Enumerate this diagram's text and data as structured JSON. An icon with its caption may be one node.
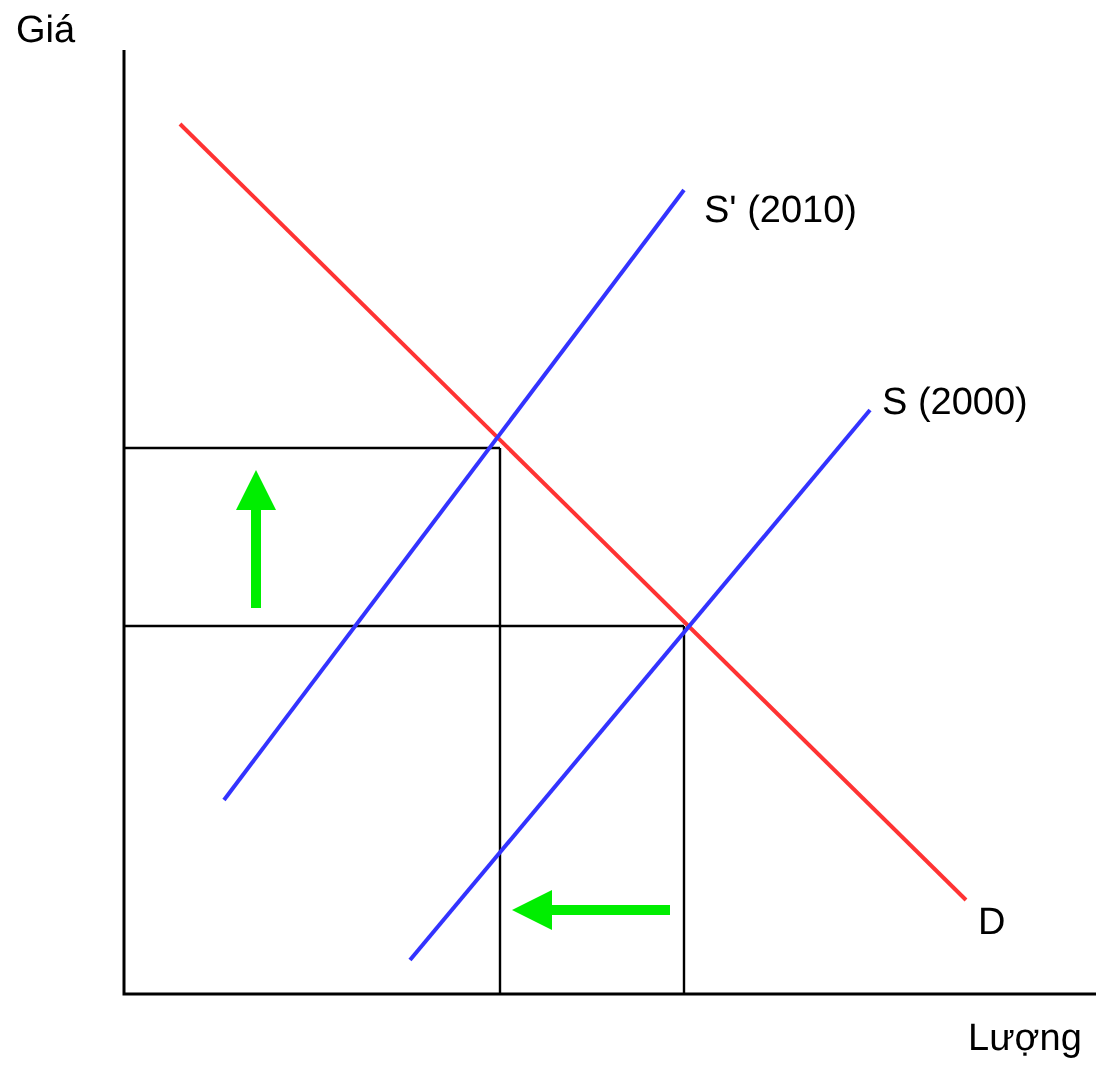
{
  "diagram": {
    "labels": [
      "Giá",
      "S' (2010)",
      "S (2000)",
      "D",
      "Lượng"
    ]
  }
}
